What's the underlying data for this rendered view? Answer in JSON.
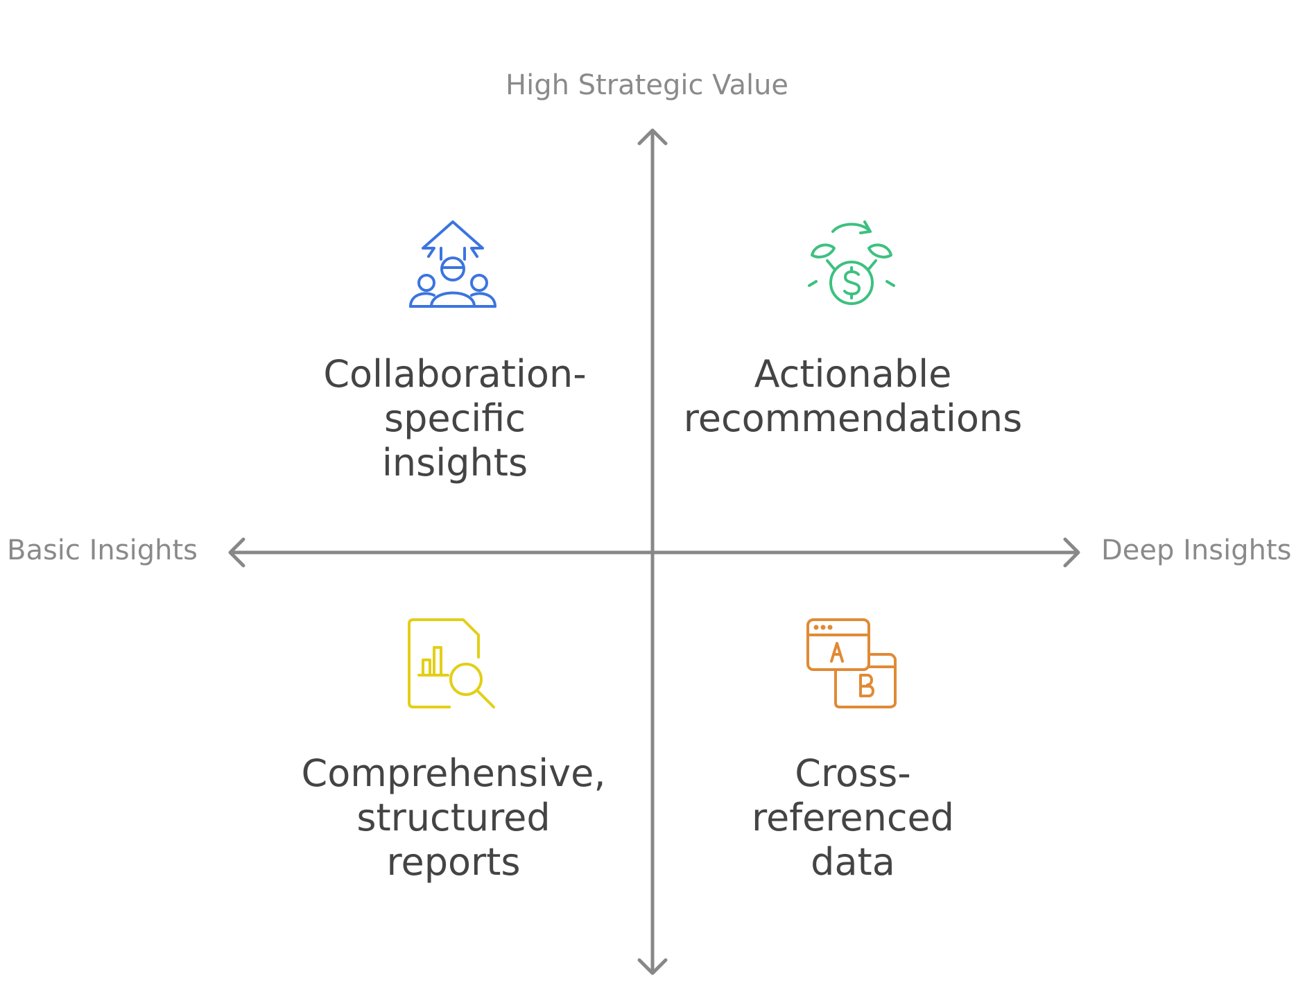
{
  "axes": {
    "top": "High Strategic Value",
    "left": "Basic Insights",
    "right": "Deep Insights",
    "axis_color": "#888888"
  },
  "quadrants": {
    "top_left": {
      "lines": [
        "Collaboration-",
        "specific",
        "insights"
      ],
      "icon": "team-growth-arrow-icon",
      "color": "#3b74e0"
    },
    "top_right": {
      "lines": [
        "Actionable",
        "recommendations"
      ],
      "icon": "money-cycle-icon",
      "color": "#3cc17f"
    },
    "bottom_left": {
      "lines": [
        "Comprehensive,",
        "structured",
        "reports"
      ],
      "icon": "report-search-icon",
      "color": "#e2cf16"
    },
    "bottom_right": {
      "lines": [
        "Cross-",
        "referenced",
        "data"
      ],
      "icon": "ab-test-windows-icon",
      "color": "#e08a35"
    }
  }
}
